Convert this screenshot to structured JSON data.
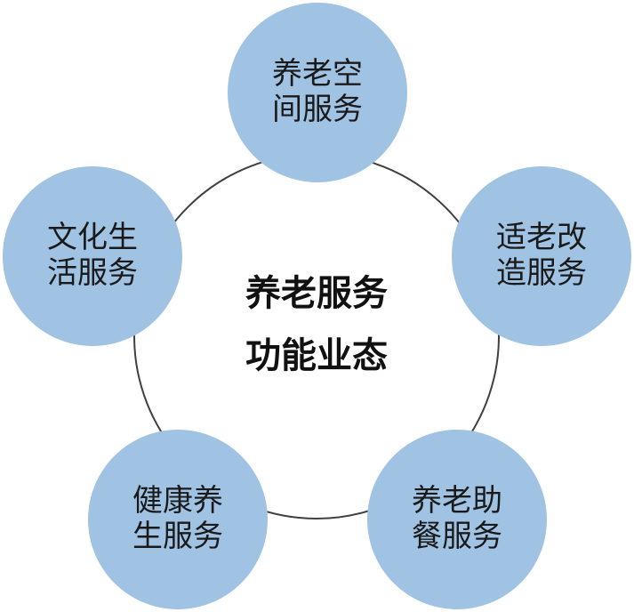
{
  "colors": {
    "node_fill": "#a0c3e4",
    "ring_stroke": "#404040"
  },
  "center": {
    "line1": "养老服务",
    "line2": "功能业态"
  },
  "nodes": {
    "top": {
      "line1": "养老空",
      "line2": "间服务"
    },
    "right": {
      "line1": "适老改",
      "line2": "造服务"
    },
    "bottom_right": {
      "line1": "养老助",
      "line2": "餐服务"
    },
    "bottom_left": {
      "line1": "健康养",
      "line2": "生服务"
    },
    "left": {
      "line1": "文化生",
      "line2": "活服务"
    }
  }
}
